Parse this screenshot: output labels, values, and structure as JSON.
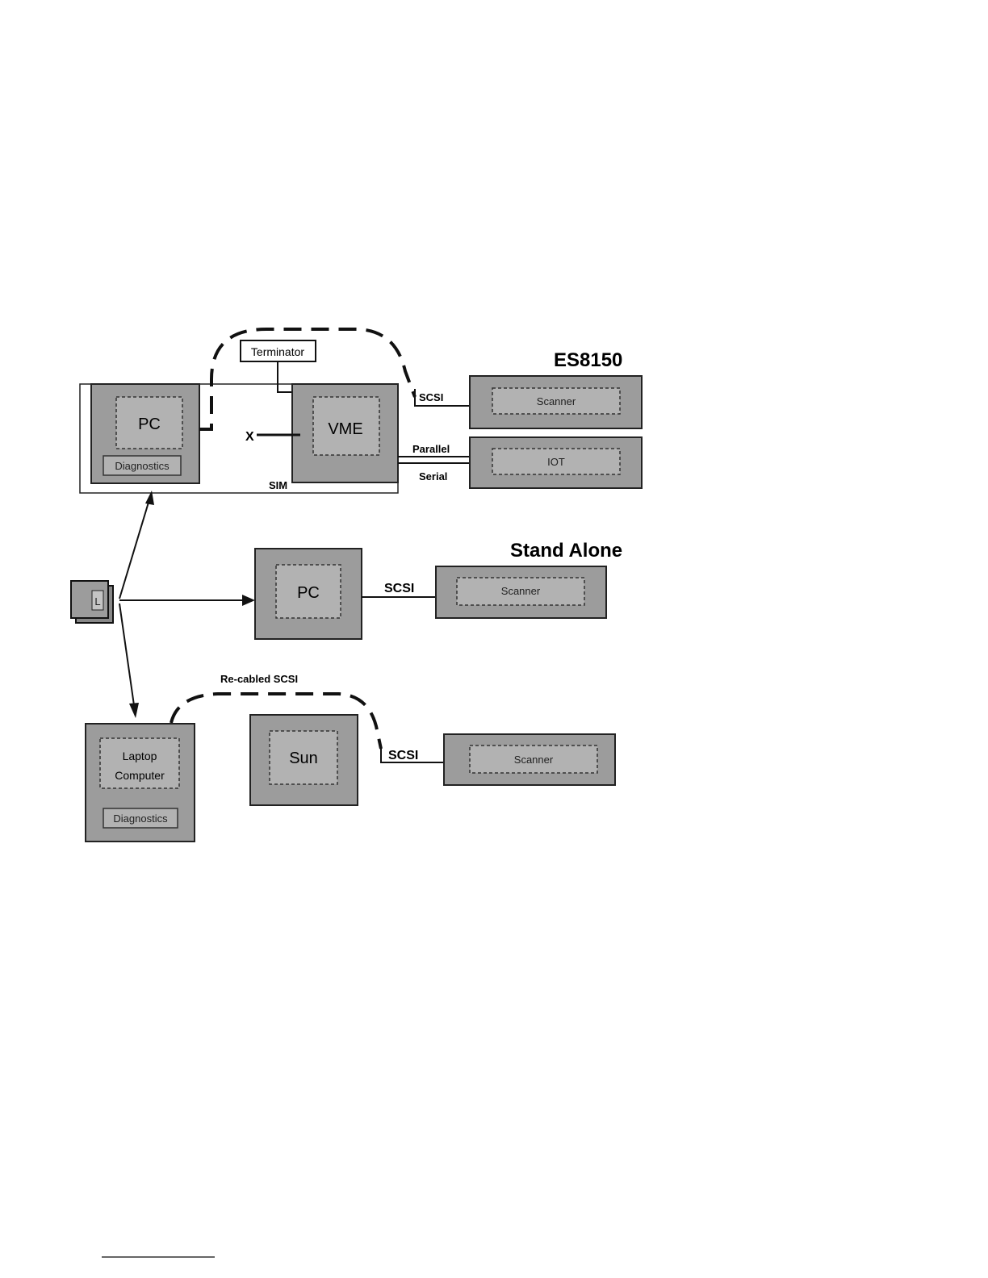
{
  "headings": {
    "es8150": "ES8150",
    "stand_alone": "Stand Alone"
  },
  "labels": {
    "terminator": "Terminator",
    "sim": "SIM",
    "scsi_es": "SCSI",
    "parallel": "Parallel",
    "serial": "Serial",
    "scsi_sa": "SCSI",
    "recabled_scsi": "Re-cabled SCSI",
    "scsi_sun": "SCSI",
    "x_mark": "X"
  },
  "boxes": {
    "pc_top": "PC",
    "diagnostics_top": "Diagnostics",
    "vme": "VME",
    "scanner_es": "Scanner",
    "iot": "IOT",
    "laptop_icon": "L",
    "pc_sa": "PC",
    "scanner_sa": "Scanner",
    "laptop_line1": "Laptop",
    "laptop_line2": "Computer",
    "diagnostics_bottom": "Diagnostics",
    "sun": "Sun",
    "scanner_sun": "Scanner"
  },
  "colors": {
    "box_fill": "#9c9c9c",
    "inner_fill": "#b2b2b2"
  }
}
